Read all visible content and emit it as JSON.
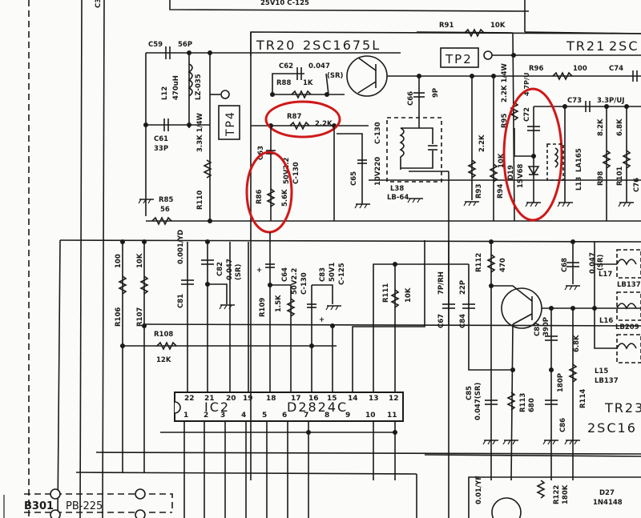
{
  "diagram": {
    "type": "electronic-schematic",
    "highlight_color": "#d01818",
    "ink_color": "#1a1a1a"
  },
  "transistors": {
    "tr20": {
      "ref": "TR20",
      "part": "2SC1675L"
    },
    "tr21": {
      "ref": "TR21",
      "part": "2SC"
    },
    "tr23": {
      "ref": "TR23",
      "part": "2SC16"
    }
  },
  "test_points": {
    "tp2": "TP2",
    "tp4": "TP4"
  },
  "ic": {
    "ref": "IC2",
    "part": "D2824C",
    "pins_top": [
      "22",
      "21",
      "20",
      "19",
      "18",
      "17",
      "16",
      "15",
      "14",
      "13",
      "12"
    ],
    "pins_bottom": [
      "1",
      "2",
      "3",
      "4",
      "5",
      "6",
      "7",
      "8",
      "9",
      "10",
      "11"
    ]
  },
  "connector": {
    "ref": "B301",
    "part": "PB-225"
  },
  "top_fragment": {
    "label": "25V10  C-125",
    "left_label": "C3"
  },
  "components": {
    "c59": {
      "ref": "C59",
      "value": "56P"
    },
    "l12": {
      "ref": "L12",
      "value": "470uH",
      "part": "LZ-035"
    },
    "c61": {
      "ref": "C61",
      "value": "33P"
    },
    "r110": {
      "ref": "R110",
      "value": "3.3K 1/4W"
    },
    "r85": {
      "ref": "R85",
      "value": "56"
    },
    "c62": {
      "ref": "C62",
      "value": "0.047",
      "note": "(SR)"
    },
    "r88": {
      "ref": "R88",
      "value": "1K"
    },
    "r87": {
      "ref": "R87",
      "value": "2.2K"
    },
    "c63": {
      "ref": "C63",
      "value": "50V2.2",
      "part": "C-130"
    },
    "r86": {
      "ref": "R86",
      "value": "5.6K"
    },
    "c65": {
      "ref": "C65",
      "value": "10V220",
      "part": "C-130"
    },
    "c66": {
      "ref": "C66",
      "value": "9P"
    },
    "l38": {
      "ref": "L38",
      "part": "LB-64"
    },
    "r91": {
      "ref": "R91",
      "value": "10K"
    },
    "r93": {
      "ref": "R93",
      "value": "2.2K"
    },
    "r94": {
      "ref": "R94",
      "value": "10K"
    },
    "r95": {
      "ref": "R95",
      "value": "2.2K 1/4W"
    },
    "c72": {
      "ref": "C72",
      "value": "4.7P/U"
    },
    "d19": {
      "ref": "D19",
      "part": "1SV68"
    },
    "r96": {
      "ref": "R96",
      "value": "100"
    },
    "c74": {
      "ref": "C74",
      "value": ""
    },
    "c73": {
      "ref": "C73",
      "value": "3.3P/UJ"
    },
    "l13": {
      "ref": "L13",
      "part": "LA165"
    },
    "r98": {
      "ref": "R98",
      "value": "8.2K"
    },
    "r101": {
      "ref": "R101",
      "value": "6.8K"
    },
    "c76": {
      "ref": "C76",
      "value": ""
    },
    "r106": {
      "ref": "R106",
      "value": "100"
    },
    "r107": {
      "ref": "R107",
      "value": "10K"
    },
    "c81": {
      "ref": "C81",
      "value": "0.001/YD"
    },
    "c82": {
      "ref": "C82",
      "value": "0.047",
      "note": "(SR)"
    },
    "c64": {
      "ref": "C64",
      "value": "50V2.2",
      "part": "C-130"
    },
    "r109": {
      "ref": "R109",
      "value": "1.5K"
    },
    "c83": {
      "ref": "C83",
      "value": "50V1",
      "part": "C-125"
    },
    "r108": {
      "ref": "R108",
      "value": "12K"
    },
    "r111": {
      "ref": "R111",
      "value": "10K"
    },
    "c67": {
      "ref": "C67",
      "value": "7P/RH"
    },
    "c84": {
      "ref": "C84",
      "value": "22P"
    },
    "r112": {
      "ref": "R112",
      "value": "470"
    },
    "c68": {
      "ref": "C68",
      "value": "0.047",
      "note": "(SR)"
    },
    "c87": {
      "ref": "C87",
      "value": "390P"
    },
    "r114": {
      "ref": "R114",
      "value": "6.8K"
    },
    "c85": {
      "ref": "C85",
      "value": "0.047(SR)"
    },
    "r113": {
      "ref": "R113",
      "value": "680"
    },
    "c86": {
      "ref": "C86",
      "value": "180P"
    },
    "l17": {
      "ref": "L17",
      "part": "LB137"
    },
    "l16": {
      "ref": "L16",
      "part": "LB209"
    },
    "l15": {
      "ref": "L15",
      "part": "LB137"
    },
    "c_bottom": {
      "value": "0.01/YF"
    },
    "r122": {
      "ref": "R122",
      "value": "180K"
    },
    "d27": {
      "ref": "D27",
      "part": "1N4148"
    }
  },
  "highlights": [
    {
      "target": "R87",
      "shape": "ellipse"
    },
    {
      "target": "R86",
      "shape": "ellipse"
    },
    {
      "target": "D19/C72",
      "shape": "ellipse"
    }
  ]
}
